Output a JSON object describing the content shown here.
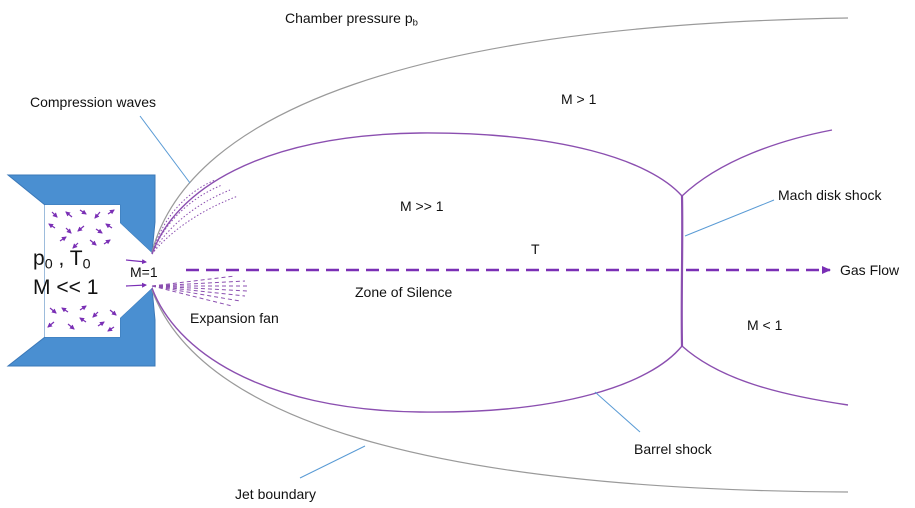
{
  "labels": {
    "chamber_pressure": "Chamber pressure p",
    "chamber_pressure_sub": "b",
    "compression_waves": "Compression waves",
    "m_gt_1": "M > 1",
    "m_gg_1": "M >> 1",
    "mach_disk_shock": "Mach disk shock",
    "t": "T",
    "gas_flow": "Gas Flow",
    "m1": "M=1",
    "zone_of_silence": "Zone of Silence",
    "expansion_fan": "Expansion fan",
    "m_lt_1": "M < 1",
    "barrel_shock": "Barrel shock",
    "jet_boundary": "Jet boundary",
    "p0_p": "p",
    "p0_sub": "0",
    "t0_t": " , T",
    "t0_sub": "0",
    "m_ll_1": "M << 1"
  },
  "colors": {
    "nozzle": "#4a8fd1",
    "shock": "#8b4fb0",
    "arrow": "#7a2fb5",
    "jet_boundary": "#9a9a9a",
    "leader": "#5a9bd5"
  }
}
